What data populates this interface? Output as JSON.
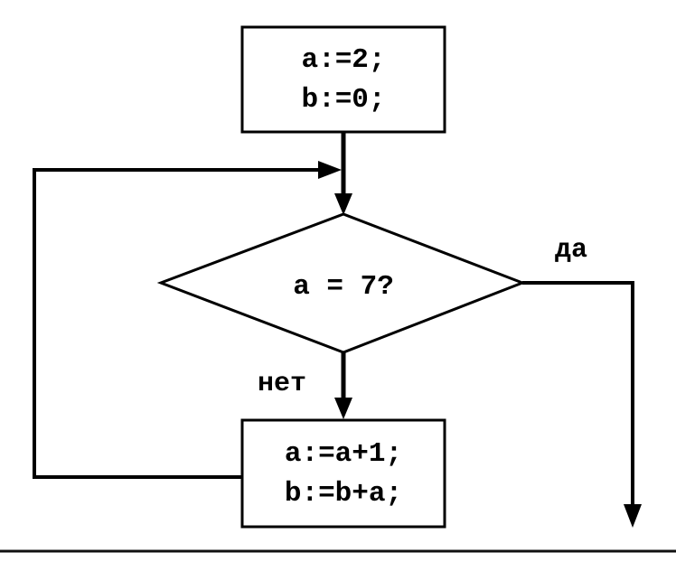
{
  "flowchart": {
    "title": "loop-algorithm-flowchart",
    "init_block": {
      "lines": [
        "a:=2;",
        "b:=0;"
      ]
    },
    "condition": {
      "label": "a = 7?"
    },
    "branches": {
      "yes_label": "да",
      "no_label": "нет"
    },
    "update_block": {
      "lines": [
        "a:=a+1;",
        "b:=b+a;"
      ]
    },
    "colors": {
      "stroke": "#000000",
      "fill": "#ffffff",
      "background": "#ffffff"
    }
  }
}
